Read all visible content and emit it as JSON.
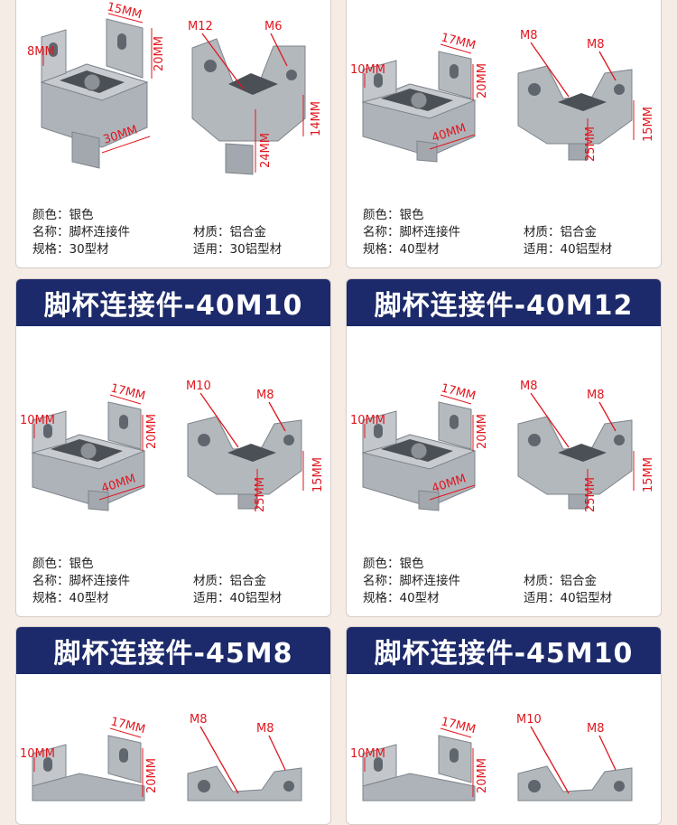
{
  "cards": [
    {
      "title": "",
      "left_dims": [
        "8MM",
        "15MM",
        "20MM",
        "30MM"
      ],
      "right_dims": [
        "M12",
        "M6",
        "14MM",
        "24MM"
      ],
      "specs": {
        "color": "颜色：银色",
        "name": "名称：脚杯连接件",
        "size": "规格：30型材",
        "material": "材质：铝合金",
        "fit": "适用：30铝型材"
      }
    },
    {
      "title": "",
      "left_dims": [
        "10MM",
        "17MM",
        "20MM",
        "40MM"
      ],
      "right_dims": [
        "M8",
        "M8",
        "15MM",
        "25MM"
      ],
      "specs": {
        "color": "颜色：银色",
        "name": "名称：脚杯连接件",
        "size": "规格：40型材",
        "material": "材质：铝合金",
        "fit": "适用：40铝型材"
      }
    },
    {
      "title": "脚杯连接件-40M10",
      "left_dims": [
        "10MM",
        "17MM",
        "20MM",
        "40MM"
      ],
      "right_dims": [
        "M10",
        "M8",
        "15MM",
        "25MM"
      ],
      "specs": {
        "color": "颜色：银色",
        "name": "名称：脚杯连接件",
        "size": "规格：40型材",
        "material": "材质：铝合金",
        "fit": "适用：40铝型材"
      }
    },
    {
      "title": "脚杯连接件-40M12",
      "left_dims": [
        "10MM",
        "17MM",
        "20MM",
        "40MM"
      ],
      "right_dims": [
        "M8",
        "M8",
        "15MM",
        "25MM"
      ],
      "specs": {
        "color": "颜色：银色",
        "name": "名称：脚杯连接件",
        "size": "规格：40型材",
        "material": "材质：铝合金",
        "fit": "适用：40铝型材"
      }
    },
    {
      "title": "脚杯连接件-45M8",
      "left_dims": [
        "10MM",
        "17MM",
        "20MM"
      ],
      "right_dims": [
        "M8",
        "M8"
      ],
      "specs": null
    },
    {
      "title": "脚杯连接件-45M10",
      "left_dims": [
        "10MM",
        "17MM",
        "20MM"
      ],
      "right_dims": [
        "M10",
        "M8"
      ],
      "specs": null
    }
  ],
  "colors": {
    "header": "#1c2a6b",
    "dimension": "#e0161e",
    "metal": "#b9bec4",
    "metal_dark": "#6f767e",
    "background": "#f5ece6"
  }
}
